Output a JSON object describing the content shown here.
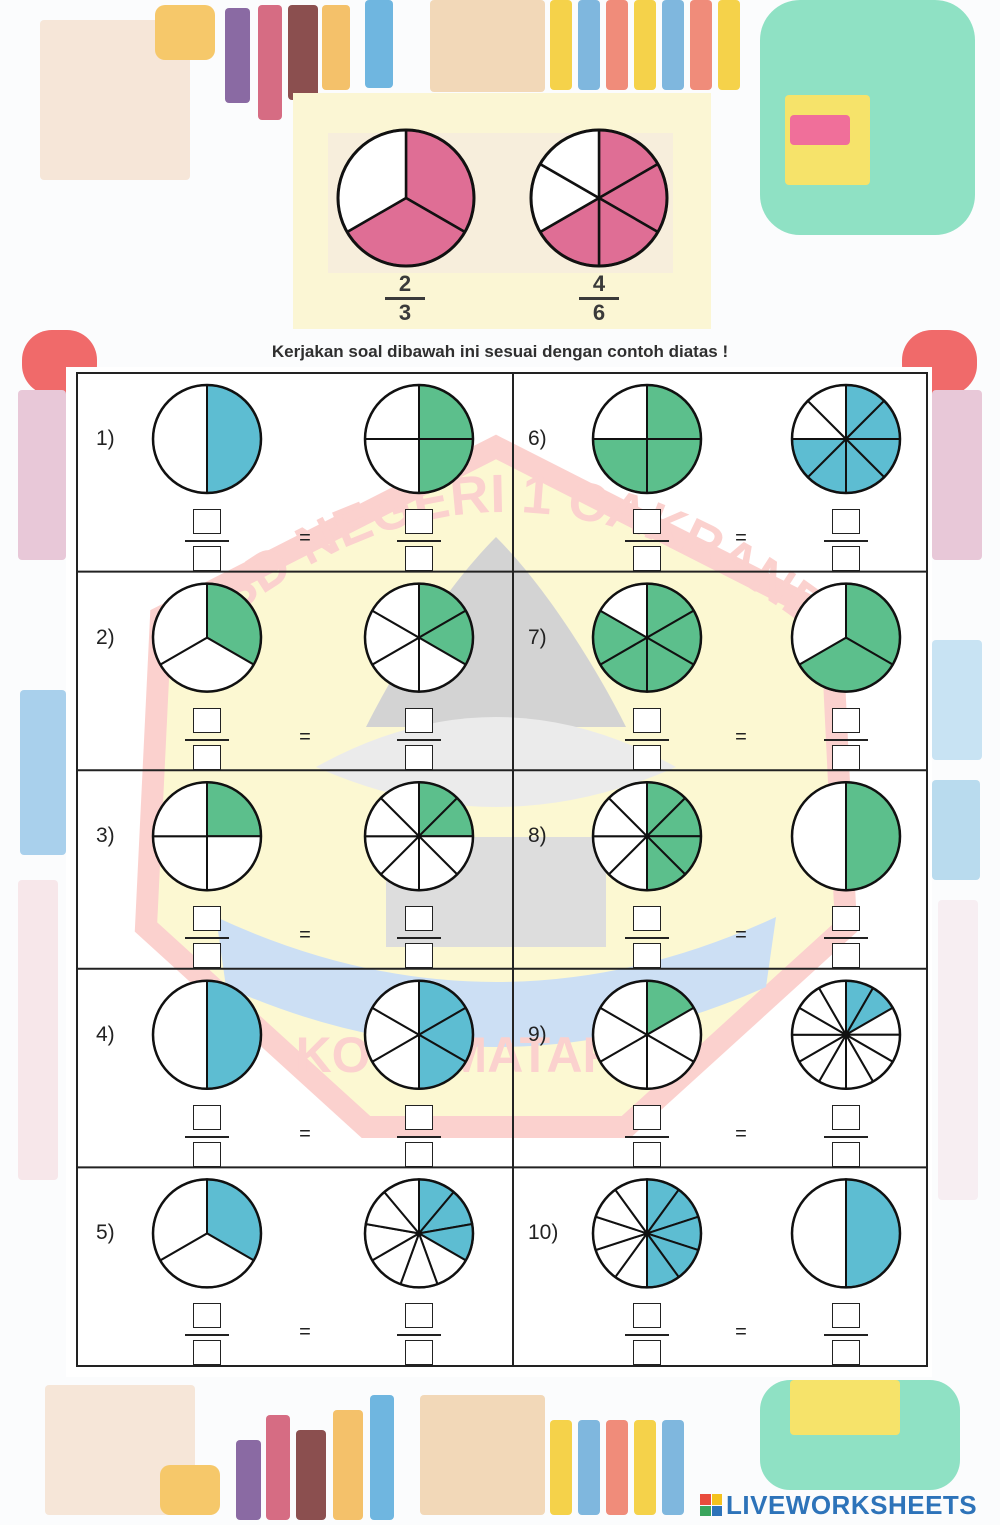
{
  "example": {
    "items": [
      {
        "numerator": "2",
        "denominator": "3",
        "parts": 3,
        "shaded": 2
      },
      {
        "numerator": "4",
        "denominator": "6",
        "parts": 6,
        "shaded": 4
      }
    ]
  },
  "instruction": "Kerjakan soal dibawah ini sesuai dengan contoh diatas !",
  "equals_sign": "=",
  "colors": {
    "example_fill": "#df6e95",
    "green": "#5cbf8c",
    "blue": "#5dbdd2",
    "watermark": "#f25c52"
  },
  "watermark": {
    "top_text": "SD NEGERI 1 CAKRANEGARA",
    "bottom_text": "KOTA MATARAM"
  },
  "questions": [
    {
      "label": "1)",
      "left": {
        "parts": 2,
        "shaded": 1,
        "color": "blue"
      },
      "right": {
        "parts": 4,
        "shaded": 2,
        "color": "green"
      }
    },
    {
      "label": "2)",
      "left": {
        "parts": 3,
        "shaded": 1,
        "color": "green"
      },
      "right": {
        "parts": 6,
        "shaded": 2,
        "color": "green"
      }
    },
    {
      "label": "3)",
      "left": {
        "parts": 4,
        "shaded": 1,
        "color": "green"
      },
      "right": {
        "parts": 8,
        "shaded": 2,
        "color": "green"
      }
    },
    {
      "label": "4)",
      "left": {
        "parts": 2,
        "shaded": 1,
        "color": "blue"
      },
      "right": {
        "parts": 6,
        "shaded": 3,
        "color": "blue"
      }
    },
    {
      "label": "5)",
      "left": {
        "parts": 3,
        "shaded": 1,
        "color": "blue"
      },
      "right": {
        "parts": 9,
        "shaded": 3,
        "color": "blue"
      }
    },
    {
      "label": "6)",
      "left": {
        "parts": 4,
        "shaded": 3,
        "color": "green"
      },
      "right": {
        "parts": 8,
        "shaded": 6,
        "color": "blue"
      }
    },
    {
      "label": "7)",
      "left": {
        "parts": 6,
        "shaded": 5,
        "color": "green"
      },
      "right": {
        "parts": 3,
        "shaded": 2,
        "color": "green"
      }
    },
    {
      "label": "8)",
      "left": {
        "parts": 8,
        "shaded": 4,
        "color": "green"
      },
      "right": {
        "parts": 2,
        "shaded": 1,
        "color": "green"
      }
    },
    {
      "label": "9)",
      "left": {
        "parts": 6,
        "shaded": 1,
        "color": "green"
      },
      "right": {
        "parts": 12,
        "shaded": 2,
        "color": "blue"
      }
    },
    {
      "label": "10)",
      "left": {
        "parts": 10,
        "shaded": 5,
        "color": "blue"
      },
      "right": {
        "parts": 2,
        "shaded": 1,
        "color": "blue"
      }
    }
  ],
  "brand": "LIVEWORKSHEETS"
}
